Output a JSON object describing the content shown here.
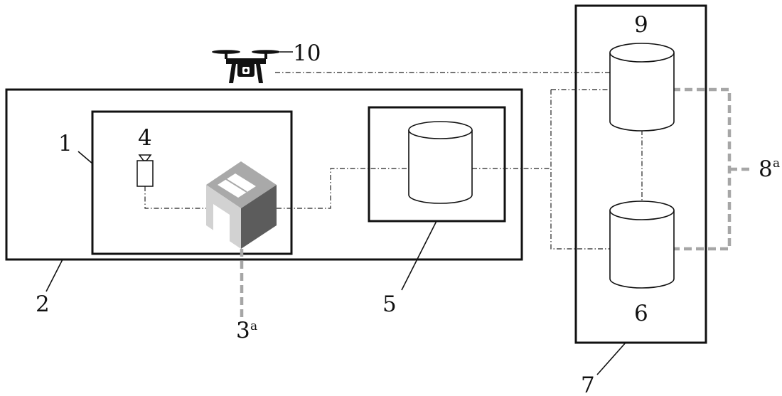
{
  "labels": {
    "l1": "1",
    "l2": "2",
    "l3": "3",
    "l3_sup": "a",
    "l4": "4",
    "l5": "5",
    "l6": "6",
    "l7": "7",
    "l8": "8",
    "l8_sup": "a",
    "l9": "9",
    "l10": "10"
  },
  "icons": {
    "drone": "drone-icon",
    "camera": "camera-icon",
    "device": "cube-device-icon",
    "database": "cylinder-database-icon"
  },
  "colors": {
    "line": "#111111",
    "thick_dash": "#a6a6a6",
    "cube_front": "#d2d2d2",
    "cube_side": "#5c5c5c",
    "cube_top": "#a9a9a9"
  }
}
